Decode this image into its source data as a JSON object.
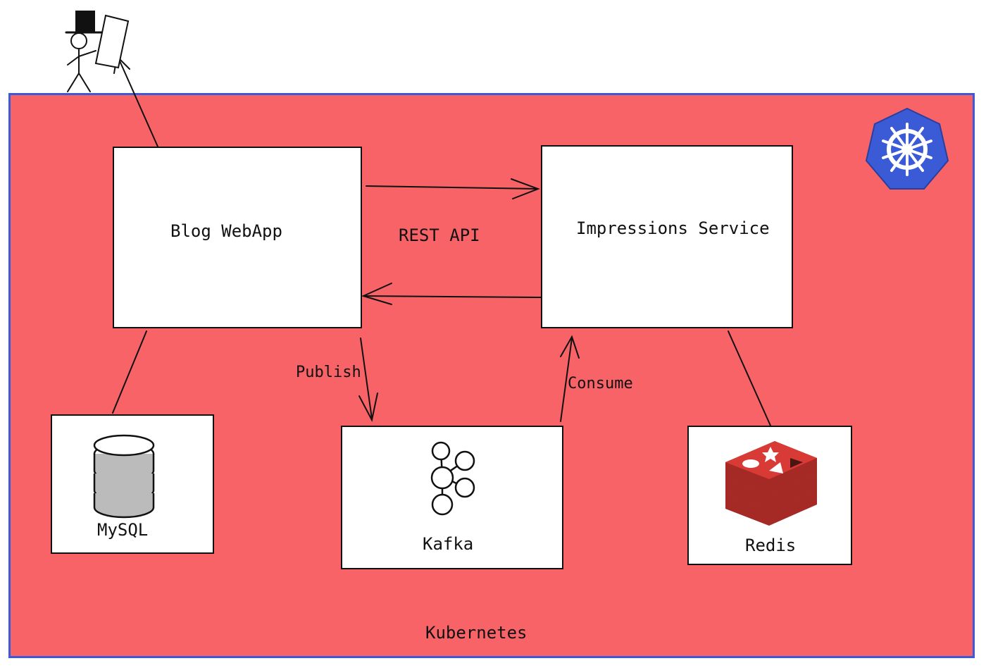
{
  "diagram": {
    "container_label": "Kubernetes",
    "nodes": {
      "blog_webapp": "Blog WebApp",
      "impressions_service": "Impressions Service",
      "mysql": "MySQL",
      "kafka": "Kafka",
      "redis": "Redis"
    },
    "edges": {
      "rest_api": "REST API",
      "publish": "Publish",
      "consume": "Consume"
    }
  },
  "colors": {
    "cluster_fill": "#f76366",
    "cluster_border": "#3b5ad6",
    "k8s_logo": "#3b5ad6",
    "redis_red": "#c8302e"
  },
  "icons": [
    "user-with-top-hat-icon",
    "kubernetes-logo-icon",
    "database-icon",
    "kafka-logo-icon",
    "redis-logo-icon"
  ]
}
